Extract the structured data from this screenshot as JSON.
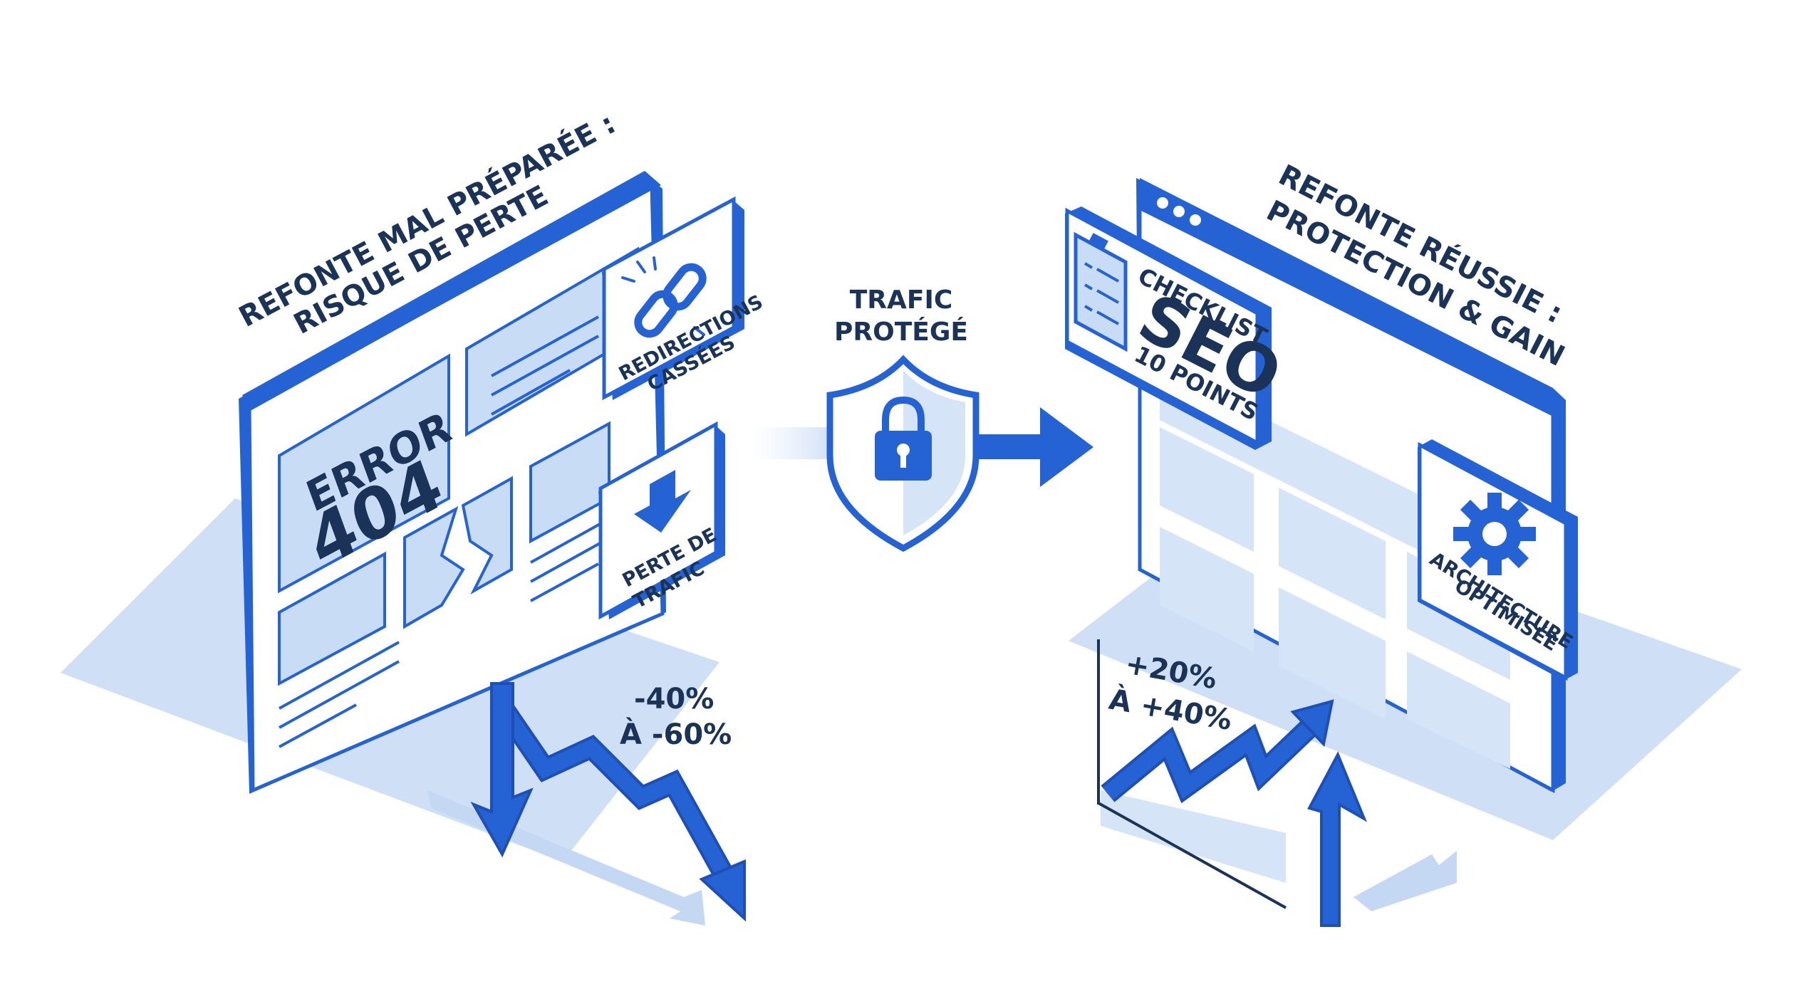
{
  "left": {
    "title_line1": "REFONTE MAL PRÉPARÉE :",
    "title_line2": "RISQUE DE PERTE",
    "error_label": "ERROR",
    "error_code": "404",
    "card_redirections_line1": "REDIRECTIONS",
    "card_redirections_line2": "CASSÉES",
    "card_perte_line1": "PERTE DE",
    "card_perte_line2": "TRAFIC",
    "stat_line1": "-40%",
    "stat_line2": "À -60%"
  },
  "center": {
    "label_line1": "TRAFIC",
    "label_line2": "PROTÉGÉ"
  },
  "right": {
    "title_line1": "REFONTE RÉUSSIE :",
    "title_line2": "PROTECTION & GAIN",
    "checklist_line1": "CHECKLIST",
    "checklist_line2": "SEO",
    "checklist_line3": "10 POINTS",
    "card_arch_line1": "ARCHITECTURE",
    "card_arch_line2": "OPTIMISÉE",
    "stat_line1": "+20%",
    "stat_line2": "À +40%"
  },
  "colors": {
    "primary": "#2563d4",
    "dark_text": "#1b3358",
    "light_fill": "#c9dcf5",
    "shadow": "#d6e4f7"
  }
}
